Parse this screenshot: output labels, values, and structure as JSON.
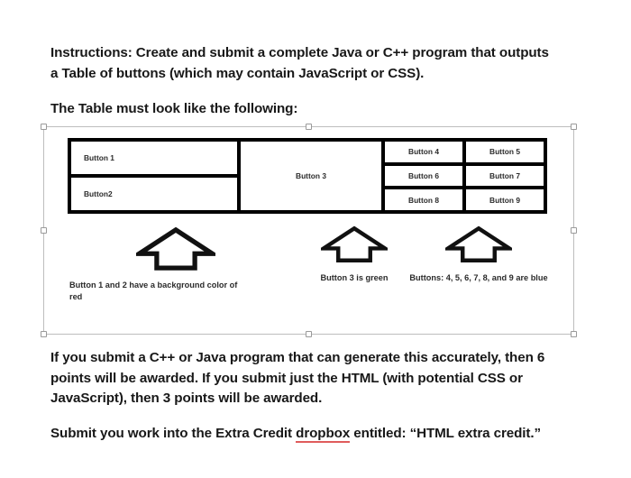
{
  "document": {
    "paragraphs": {
      "instructions": "Instructions: Create and submit a complete Java or C++ program that outputs a Table of buttons (which may contain JavaScript or CSS).",
      "looks_like": "The Table must look like the following:",
      "points": "If you submit a C++ or Java program that can generate this accurately, then 6 points will be awarded.  If you submit just the HTML (with potential CSS or JavaScript), then 3 points will be awarded.",
      "submit_prefix": "Submit you work into the Extra Credit ",
      "submit_misspelled": "dropbox",
      "submit_suffix": " entitled: “HTML extra credit.”"
    }
  },
  "figure": {
    "table": {
      "left_column": {
        "button_1": "Button 1",
        "button_2": "Button2"
      },
      "middle_column": {
        "button_3": "Button 3"
      },
      "right_grid": {
        "row_1": [
          "Button 4",
          "Button 5"
        ],
        "row_2": [
          "Button 6",
          "Button 7"
        ],
        "row_3": [
          "Button 8",
          "Button 9"
        ]
      }
    },
    "annotations": [
      {
        "icon": "up-arrow-icon",
        "caption": "Button 1 and 2 have a background color of red"
      },
      {
        "icon": "up-arrow-icon",
        "caption": "Button 3 is green"
      },
      {
        "icon": "up-arrow-icon",
        "caption": "Buttons: 4, 5, 6, 7, 8, and 9 are blue"
      }
    ]
  },
  "colors": {
    "table_border": "#000000",
    "cell_background": "#ffffff",
    "text": "#1a1a1a",
    "spellcheck_underline": "#e05c5c",
    "selection_frame": "#bdbdbd"
  }
}
